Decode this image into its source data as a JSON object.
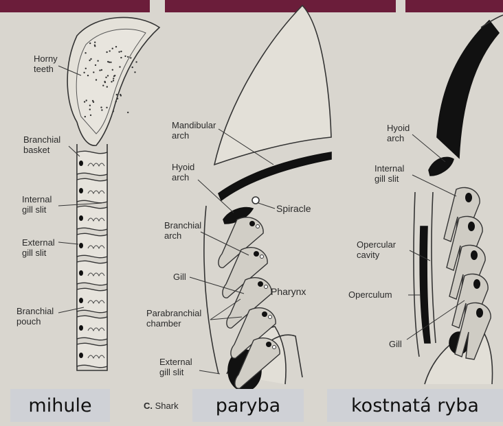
{
  "labels": {
    "lamprey": {
      "horny_teeth": "Horny\nteeth",
      "branchial_basket": "Branchial\nbasket",
      "internal_gill_slit": "Internal\ngill slit",
      "external_gill_slit": "External\ngill slit",
      "branchial_pouch": "Branchial\npouch"
    },
    "shark": {
      "mandibular_arch": "Mandibular\narch",
      "hyoid_arch": "Hyoid\narch",
      "spiracle": "Spiracle",
      "branchial_arch": "Branchial\narch",
      "gill": "Gill",
      "pharynx": "Pharynx",
      "parabranchial_chamber": "Parabranchial\nchamber",
      "external_gill_slit": "External\ngill slit",
      "panel_letter": "C.",
      "panel_name": "Shark"
    },
    "bony_fish": {
      "hyoid_arch": "Hyoid\narch",
      "internal_gill_slit": "Internal\ngill slit",
      "opercular_cavity": "Opercular\ncavity",
      "operculum": "Operculum",
      "gill": "Gill"
    }
  },
  "captions": {
    "lamprey": "mihule",
    "shark": "paryba",
    "bony_fish": "kostnatá ryba"
  },
  "colors": {
    "background": "#d9d6cf",
    "title_bar": "#6b1d3a",
    "caption_box": "#cfd1d6",
    "ink": "#1c1c1c"
  }
}
